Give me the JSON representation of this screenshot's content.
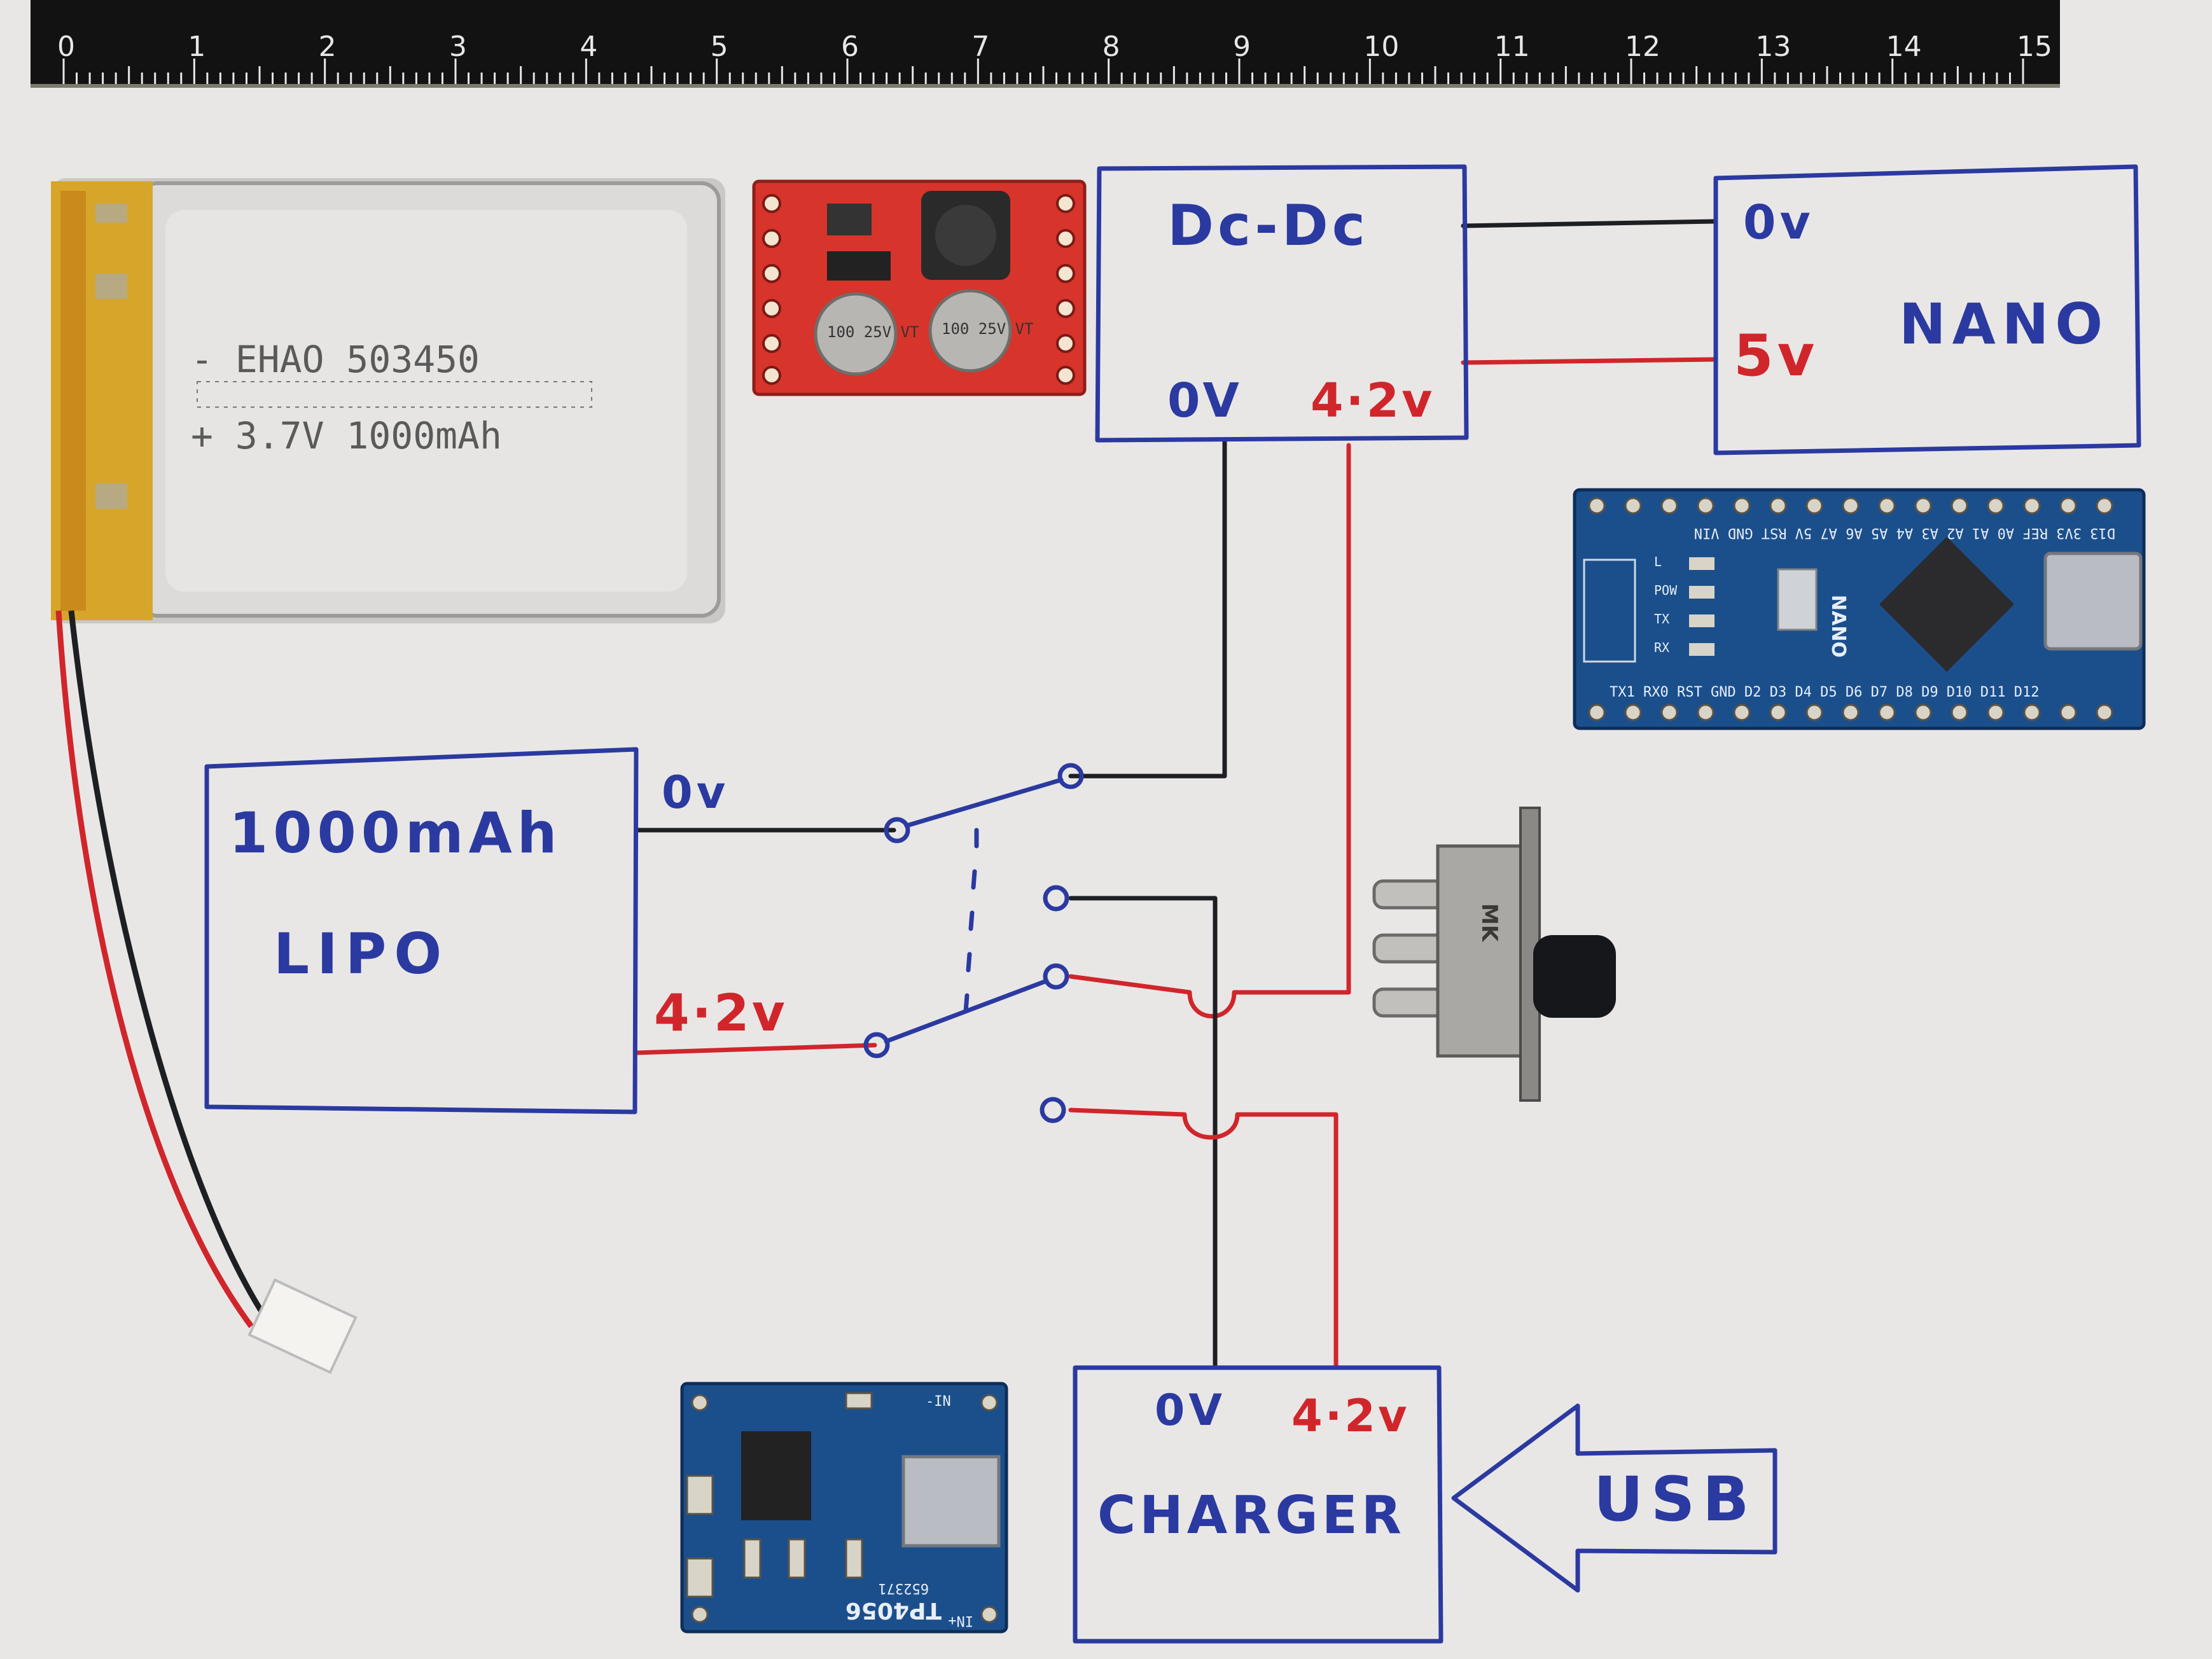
{
  "ruler": {
    "numbers": [
      "0",
      "1",
      "2",
      "3",
      "4",
      "5",
      "6",
      "7",
      "8",
      "9",
      "10",
      "11",
      "12",
      "13",
      "14",
      "15"
    ]
  },
  "battery": {
    "line1": "- EHAO  503450",
    "line2": "+ 3.7V 1000mAh"
  },
  "nano_board": {
    "top_pins": "D13 3V3 REF A0 A1 A2 A3 A4 A5 A6 A7 5V RST GND VIN",
    "bottom_pins": "TX1 RX0 RST GND D2 D3 D4 D5 D6 D7 D8 D9 D10 D11 D12",
    "name": "NANO",
    "leds": [
      "L",
      "POW",
      "TX",
      "RX"
    ]
  },
  "charger_board": {
    "chip": "TP4056",
    "code": "652371",
    "in_minus": "-IN",
    "in_plus": "IN+"
  },
  "boost_board": {
    "cap1": "100 25V VT",
    "cap2": "100 25V VT"
  },
  "switch_part": {
    "mark": "MK"
  },
  "diagram": {
    "dcdc": {
      "title": "Dc-Dc",
      "zero": "0V",
      "pos": "4·2v"
    },
    "nano": {
      "title": "NANO",
      "zero": "0v",
      "pos": "5v"
    },
    "lipo": {
      "line1": "1000mAh",
      "line2": "LIPO",
      "zero": "0v",
      "pos": "4·2v"
    },
    "charger": {
      "title": "CHARGER",
      "zero": "0V",
      "pos": "4·2v"
    },
    "usb": {
      "label": "USB"
    }
  },
  "colors": {
    "paper": "#e9e7e6",
    "ink_blue": "#2b3aa0",
    "ink_red": "#d0262b",
    "ink_black": "#1d1f22",
    "ruler": "#121212",
    "pcb_red": "#d7342b",
    "pcb_blue": "#1b4f8c"
  }
}
